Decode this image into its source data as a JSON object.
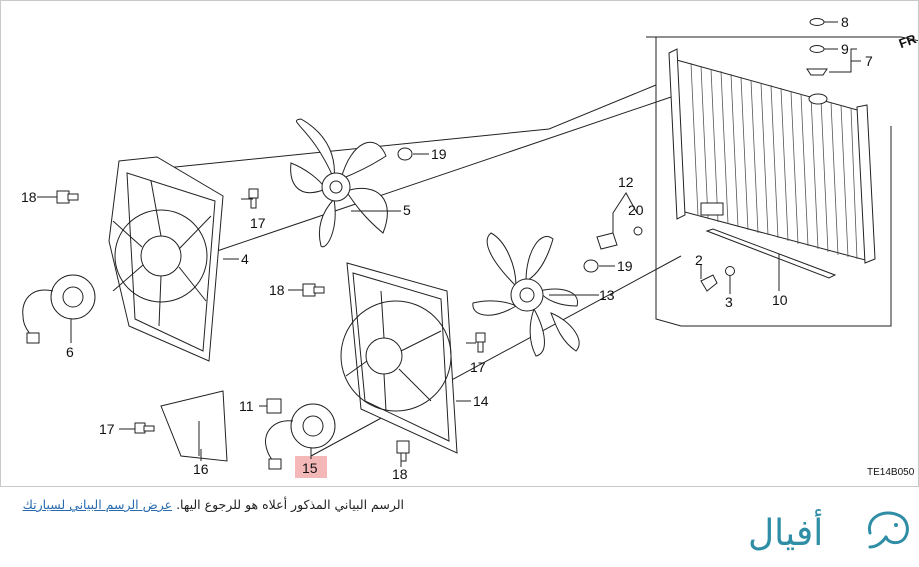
{
  "diagram": {
    "code": "TE14B050",
    "front_mark": "FR",
    "callouts": [
      "8",
      "9",
      "7",
      "19",
      "18",
      "17",
      "5",
      "4",
      "12",
      "20",
      "6",
      "18",
      "19",
      "13",
      "2",
      "3",
      "10",
      "17",
      "14",
      "11",
      "17",
      "15",
      "16",
      "18"
    ],
    "highlighted_callout": "15",
    "colors": {
      "line": "#222222",
      "highlight": "#f4b8b8"
    }
  },
  "caption": {
    "text": "الرسم البياني المذكور أعلاه هو للرجوع اليها.",
    "link": "عرض الرسم البياني لسيارتك"
  },
  "brand": {
    "name": "أفيال",
    "color": "#2f8ea6",
    "icon": "elephant-logo-icon"
  }
}
